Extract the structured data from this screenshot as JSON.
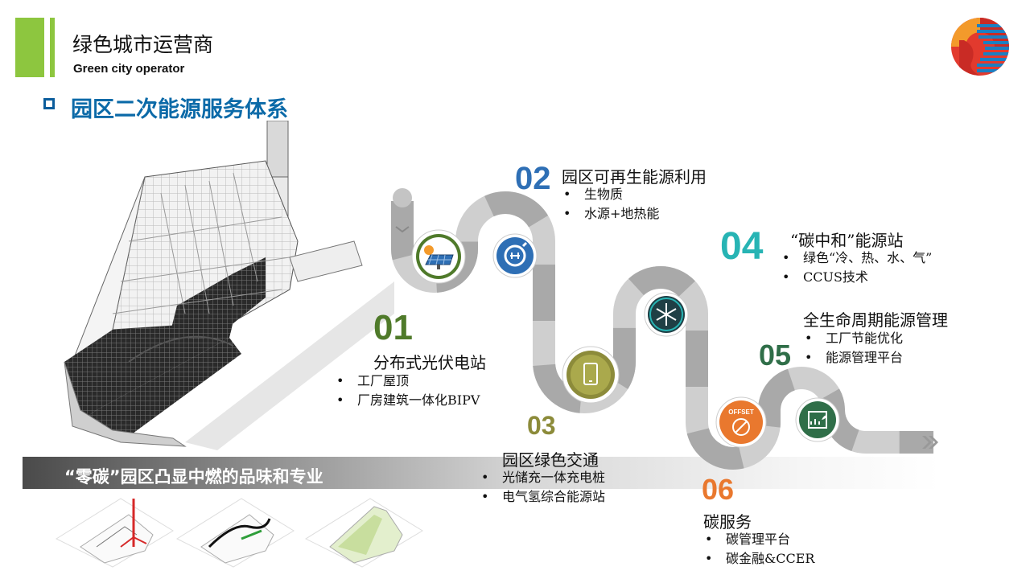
{
  "header": {
    "title": "绿色城市运营商",
    "subtitle": "Green city operator"
  },
  "section": {
    "title": "园区二次能源服务体系"
  },
  "banner": {
    "text": "“零碳”园区凸显中燃的品味和专业"
  },
  "colors": {
    "accent_green": "#8dc63f",
    "title_blue": "#0b6aa8",
    "num_green": "#4f7a2a",
    "num_blue": "#2e6fb5",
    "num_olive": "#8c8b3a",
    "num_teal": "#27b4b4",
    "num_darkgreen": "#2f6e48",
    "num_orange": "#e9782e"
  },
  "steps": [
    {
      "num": "01",
      "title": "分布式光伏电站",
      "items": [
        "工厂屋顶",
        "厂房建筑一体化BIPV"
      ],
      "icon": "solar-panel-icon"
    },
    {
      "num": "02",
      "title": "园区可再生能源利用",
      "items": [
        "生物质",
        "水源+地热能"
      ],
      "icon": "renewable-plug-icon"
    },
    {
      "num": "03",
      "title": "园区绿色交通",
      "items": [
        "光储充一体充电桩",
        "电气氢综合能源站"
      ],
      "icon": "charging-device-icon"
    },
    {
      "num": "04",
      "title": "“碳中和”能源站",
      "items": [
        "绿色“冷、热、水、气”",
        "CCUS技术"
      ],
      "icon": "snowflake-icon"
    },
    {
      "num": "05",
      "title": "全生命周期能源管理",
      "items": [
        "工厂节能优化",
        "能源管理平台"
      ],
      "icon": "growth-chart-icon"
    },
    {
      "num": "06",
      "title": "碳服务",
      "items": [
        "碳管理平台",
        "碳金融&CCER"
      ],
      "icon": "offset-icon"
    }
  ],
  "offset_label": "OFFSET"
}
